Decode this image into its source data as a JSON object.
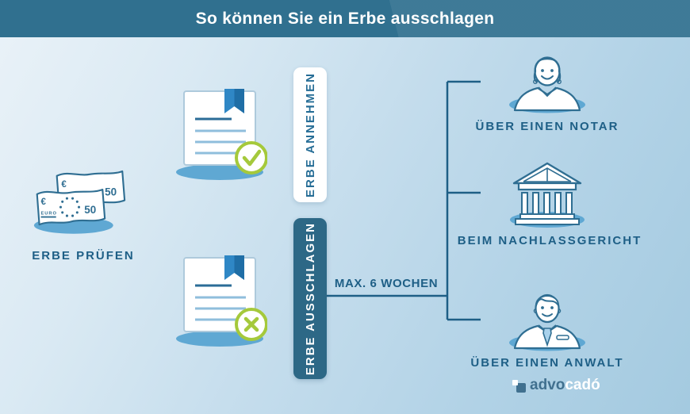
{
  "header": {
    "title": "So können Sie ein Erbe ausschlagen"
  },
  "flow": {
    "check": {
      "label": "ERBE PRÜFEN"
    },
    "accept": {
      "label": "ERBE ANNEHMEN"
    },
    "decline": {
      "label": "ERBE AUSSCHLAGEN"
    },
    "deadline": {
      "label": "MAX. 6 WOCHEN"
    }
  },
  "options": [
    {
      "id": "notar",
      "label": "ÜBER EINEN NOTAR",
      "icon": "notary-woman-icon"
    },
    {
      "id": "nachlassgericht",
      "label": "BEIM NACHLASSGERICHT",
      "icon": "courthouse-icon"
    },
    {
      "id": "anwalt",
      "label": "ÜBER EINEN ANWALT",
      "icon": "lawyer-man-icon"
    }
  ],
  "banknote": {
    "currency_symbol": "€",
    "denomination": "50",
    "caption": "EURO"
  },
  "logo": {
    "prefix": "advo",
    "suffix": "cadó"
  },
  "colors": {
    "header_bg": "#30708F",
    "panel_dark": "#2D6886",
    "text_blue": "#1E5F86",
    "outline_blue": "#2F6E92",
    "ellipse_blue": "#5FA8D3",
    "ribbon_blue": "#2F87C5",
    "ribbon_blue_dark": "#1F6EA6",
    "doc_line_light": "#8FBEDC",
    "success_green": "#A5C93B"
  }
}
